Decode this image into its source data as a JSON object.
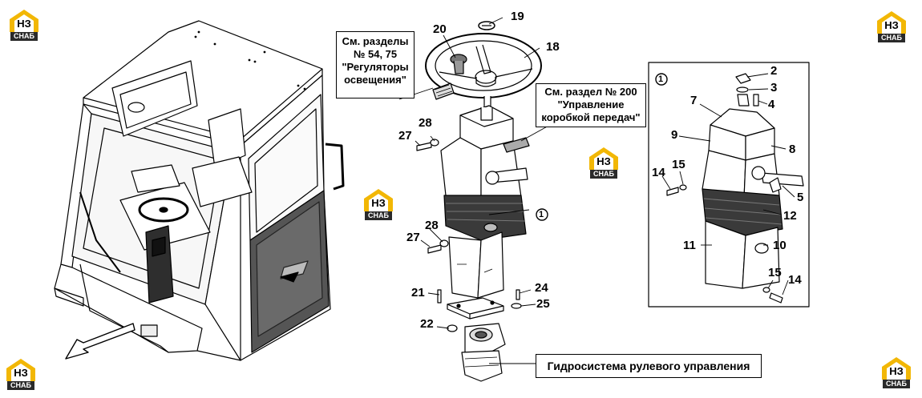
{
  "callouts": {
    "lighting": [
      "См. разделы",
      "№ 54, 75",
      "\"Регуляторы",
      "освещения\""
    ],
    "gearbox": [
      "См. раздел № 200",
      "\"Управление",
      "коробкой передач\""
    ],
    "hydraulics": "Гидросистема рулевого управления"
  },
  "parts": {
    "p19": "19",
    "p20": "20",
    "p18": "18",
    "p28a": "28",
    "p27a": "27",
    "p1a": "1",
    "p28b": "28",
    "p27b": "27",
    "p21": "21",
    "p24": "24",
    "p25": "25",
    "p22": "22",
    "p2": "2",
    "p3": "3",
    "p4": "4",
    "p7": "7",
    "p9": "9",
    "p8": "8",
    "p1b": "1",
    "p14a": "14",
    "p15a": "15",
    "p5": "5",
    "p12": "12",
    "p11": "11",
    "p10": "10",
    "p15b": "15",
    "p14b": "14"
  },
  "logo": {
    "mark": "НЗ",
    "word": "СНАБ",
    "accent": "#f2b705"
  },
  "colors": {
    "line": "#000000",
    "shade": "#8a8a8a",
    "dark": "#3a3a3a"
  }
}
